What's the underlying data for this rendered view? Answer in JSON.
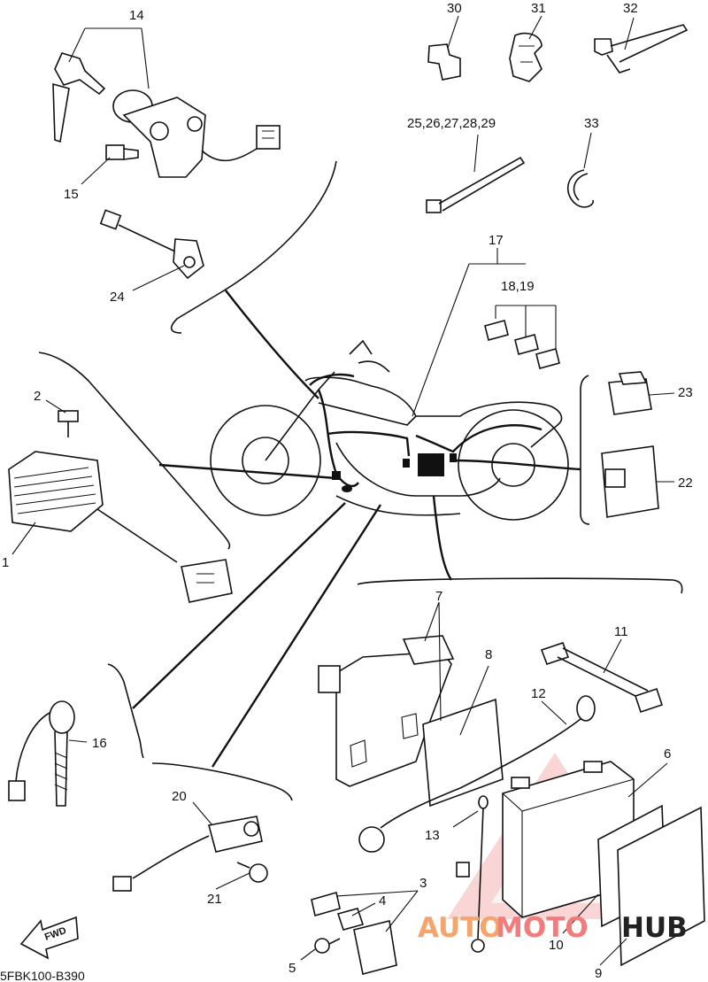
{
  "diagram": {
    "part_code": "5FBK100-B390",
    "fwd_label": "FWD",
    "callouts": {
      "c1": "1",
      "c2": "2",
      "c3": "3",
      "c4": "4",
      "c5": "5",
      "c6": "6",
      "c7": "7",
      "c8": "8",
      "c9": "9",
      "c10": "10",
      "c11": "11",
      "c12": "12",
      "c13": "13",
      "c14": "14",
      "c15": "15",
      "c16": "16",
      "c17": "17",
      "c18_19": "18,19",
      "c20": "20",
      "c21": "21",
      "c22": "22",
      "c23": "23",
      "c24": "24",
      "c25_29": "25,26,27,28,29",
      "c30": "30",
      "c31": "31",
      "c32": "32",
      "c33": "33"
    }
  },
  "watermark": {
    "part1": "AUTO",
    "part2": "MOTO",
    "part3": "HUB",
    "color_a": "#f5a56b",
    "color_b": "#f37b7b",
    "color_c": "#222222"
  }
}
